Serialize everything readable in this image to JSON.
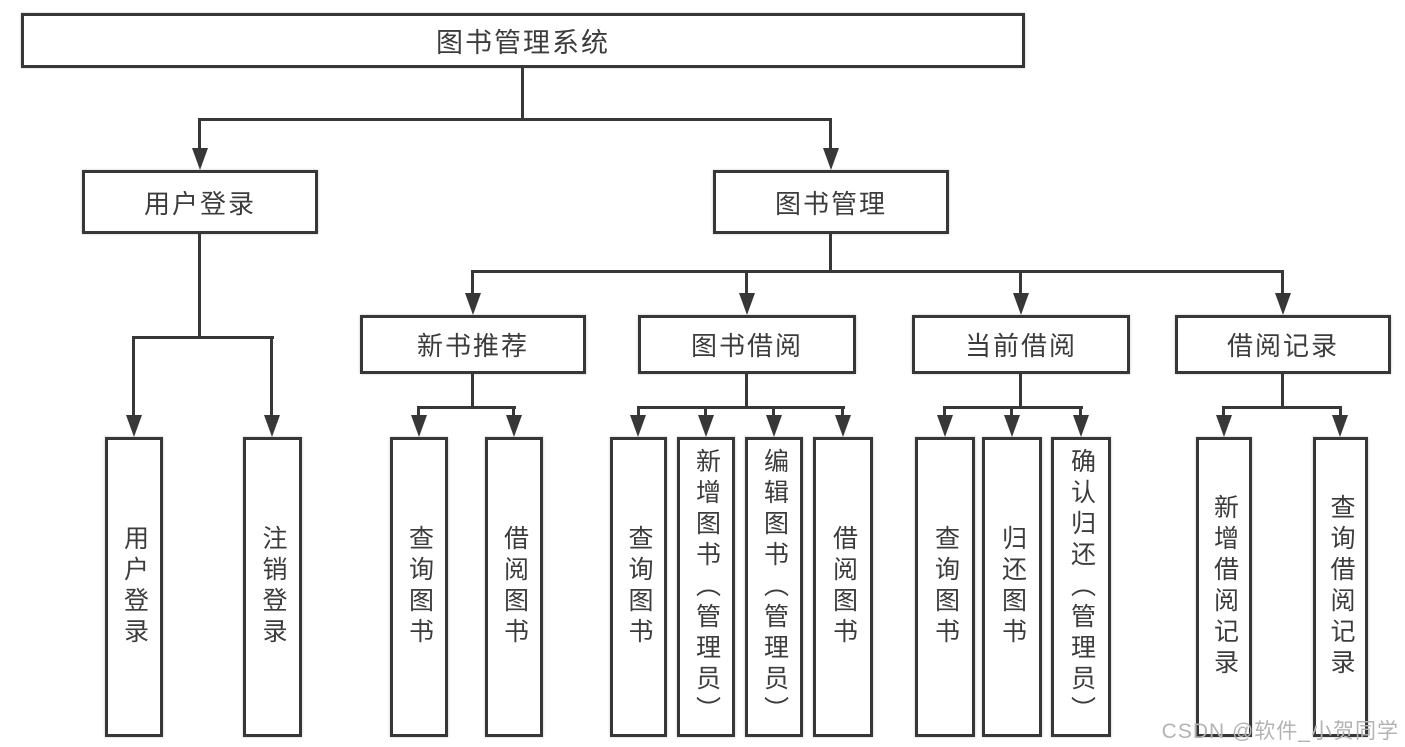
{
  "diagram": {
    "root": {
      "label": "图书管理系统"
    },
    "branches": [
      {
        "label": "用户登录",
        "children": [
          {
            "label": "用户登录"
          },
          {
            "label": "注销登录"
          }
        ]
      },
      {
        "label": "图书管理",
        "children": [
          {
            "label": "新书推荐",
            "children": [
              {
                "label": "查询图书"
              },
              {
                "label": "借阅图书"
              }
            ]
          },
          {
            "label": "图书借阅",
            "children": [
              {
                "label": "查询图书"
              },
              {
                "label": "新增图书（管理员）"
              },
              {
                "label": "编辑图书（管理员）"
              },
              {
                "label": "借阅图书"
              }
            ]
          },
          {
            "label": "当前借阅",
            "children": [
              {
                "label": "查询图书"
              },
              {
                "label": "归还图书"
              },
              {
                "label": "确认归还（管理员）"
              }
            ]
          },
          {
            "label": "借阅记录",
            "children": [
              {
                "label": "新增借阅记录"
              },
              {
                "label": "查询借阅记录"
              }
            ]
          }
        ]
      }
    ],
    "watermark": "CSDN @软件_小贺同学",
    "colors": {
      "line": "#373737",
      "text": "#3c3c3c",
      "background": "#ffffff",
      "watermark": "#b3b3b3"
    }
  }
}
